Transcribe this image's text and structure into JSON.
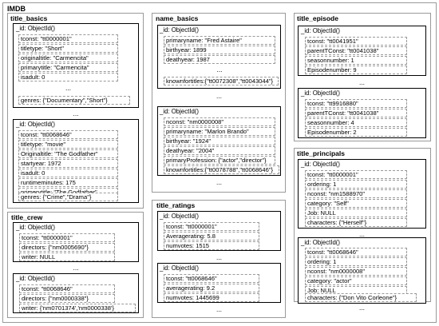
{
  "database": {
    "title": "IMDB"
  },
  "id_label": "_id: ObjectId()",
  "ellipsis": "...",
  "collections": {
    "title_basics": {
      "title": "title_basics",
      "doc1": {
        "fields": [
          "tconst: \"tt0000001\"",
          "titletype: \"Short\"",
          "originaltitle: \"Carmencita\"",
          "primarytitle: \"Carmencita\"",
          "isadult: 0"
        ],
        "last": "genres: {\"Documentary\",\"Short\"}"
      },
      "doc2": {
        "fields": [
          "tconst: \"tt0068646\"",
          "titletype: \"movie\"",
          "Originaltitle: \"The Godfather\"",
          "startyear: 1972",
          "isadult: 0",
          "runtimeminutes: 175",
          "primerytitle: \"The Godfather\"",
          "genres: {\"Crime\",\"Drama\"}"
        ]
      }
    },
    "title_crew": {
      "title": "title_crew",
      "doc1": {
        "fields": [
          "tconst: \"tt0000001\"",
          "directors: {\"nm0005690\"}",
          "writer: NULL"
        ]
      },
      "doc2": {
        "fields": [
          "tconst: \"tt0068646\"",
          "directors: {\"nm0000338\"}",
          "writer: {'nm0701374','nm0000338'}"
        ]
      }
    },
    "name_basics": {
      "title": "name_basics",
      "doc1": {
        "fields": [
          "primaryname: \"Fred Astaire\"",
          "birthyear: 1899",
          "deathyear: 1987"
        ],
        "last": "knownfortitles:{\"tt0072308\",\"tt0043044\"}"
      },
      "doc2": {
        "fields": [
          "nconst: \"nm0000008\"",
          "primaryname: \"Marlon Brando\"",
          "birthyear: \"1924\"",
          "deathyear: \"2004\"",
          "primaryProfession: {\"actor\",\"director\"}",
          "knownfortitles:{\"tt0078788\",\"tt0068646\"}"
        ]
      }
    },
    "title_ratings": {
      "title": "title_ratings",
      "doc1": {
        "fields": [
          "tconst: \"tt0000001\"",
          "Averagerating: 5.8",
          "numvotes: 1515"
        ]
      },
      "doc2": {
        "fields": [
          "tconst: \"tt0068646\"",
          "averagerating: 9.2",
          "numvotes: 1445699"
        ]
      }
    },
    "title_episode": {
      "title": "title_episode",
      "doc1": {
        "fields": [
          "tconst: \"tt0041951\"",
          "parentTConst: \"tt0041038\"",
          "seasonnumber: 1",
          "Episodenumber: 9"
        ]
      },
      "doc2": {
        "fields": [
          "tconst: \"tt9916880\"",
          "parentTConst: \"tt0041038\"",
          "seasonnumber: 4",
          "Episodenumber: 2"
        ]
      }
    },
    "title_principals": {
      "title": "title_principals",
      "doc1": {
        "fields": [
          "tconst: \"tt0000001\"",
          "ordering: 1",
          "nconst: \"nm1588970\"",
          "category: \"Self\"",
          "Job: NULL",
          "characters: {\"Herself\"}"
        ]
      },
      "doc2": {
        "fields": [
          "tconst: \"tt0068646\"",
          "ordering: 1",
          "nconst: \"nm0000008\"",
          "category: \"actor\"",
          "Job: NULL",
          "characters: {\"Don Vito Corleone\"}"
        ]
      }
    }
  }
}
